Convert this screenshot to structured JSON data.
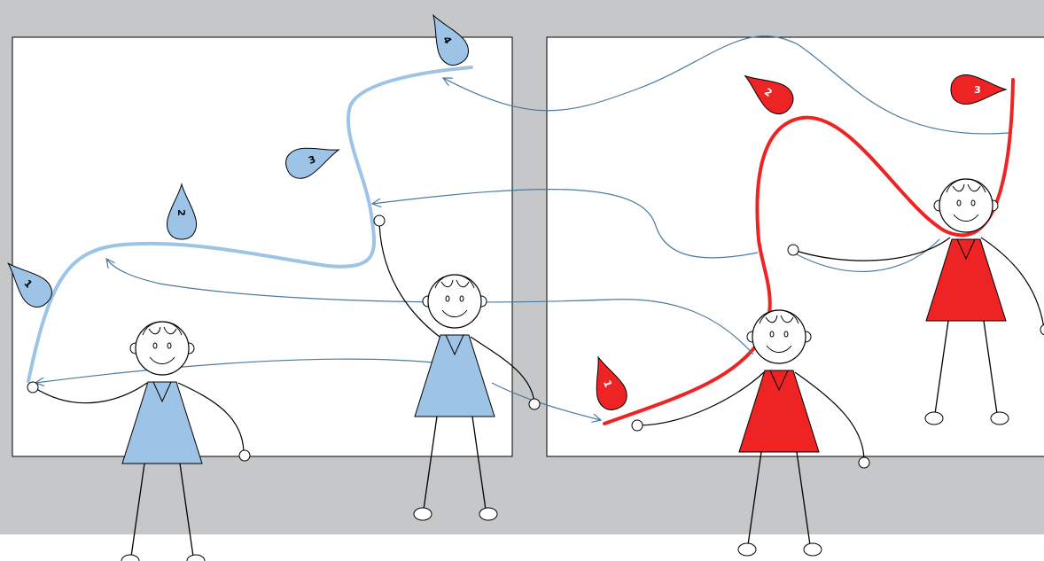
{
  "colors": {
    "background": "#c6c7c8",
    "panel": "#ffffff",
    "team_a": "#9dc3e6",
    "team_b": "#ee2424",
    "arrows": "#4a7aa0",
    "ink": "#000000"
  },
  "panel_a": {
    "path_color": "team_a",
    "markers": [
      {
        "label": "1"
      },
      {
        "label": "2"
      },
      {
        "label": "3"
      },
      {
        "label": "4"
      }
    ]
  },
  "panel_b": {
    "path_color": "team_b",
    "markers": [
      {
        "label": "1"
      },
      {
        "label": "2"
      },
      {
        "label": "3"
      }
    ]
  }
}
